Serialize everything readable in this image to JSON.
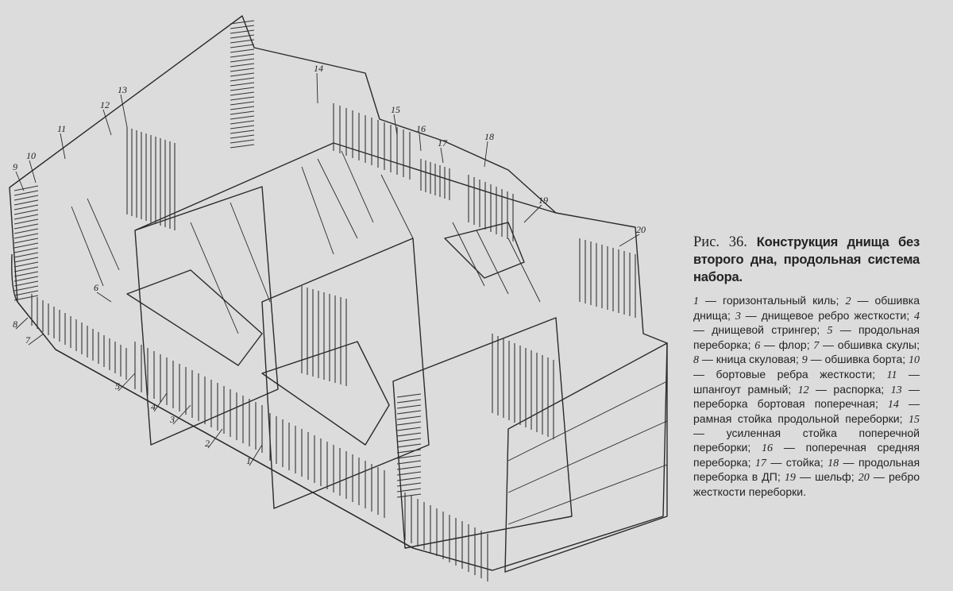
{
  "caption": {
    "figure_label": "Рис. 36.",
    "title": "Конструкция днища без второго дна, продольная система набора."
  },
  "legend": [
    {
      "num": "1",
      "text": "горизонтальный киль"
    },
    {
      "num": "2",
      "text": "обшивка днища"
    },
    {
      "num": "3",
      "text": "днищевое ребро жесткости"
    },
    {
      "num": "4",
      "text": "днищевой стрингер"
    },
    {
      "num": "5",
      "text": "продольная переборка"
    },
    {
      "num": "6",
      "text": "флор"
    },
    {
      "num": "7",
      "text": "обшивка скулы"
    },
    {
      "num": "8",
      "text": "кница скуловая"
    },
    {
      "num": "9",
      "text": "обшивка борта"
    },
    {
      "num": "10",
      "text": "бортовые ребра жесткости"
    },
    {
      "num": "11",
      "text": "шпангоут рамный"
    },
    {
      "num": "12",
      "text": "распорка"
    },
    {
      "num": "13",
      "text": "переборка бортовая поперечная"
    },
    {
      "num": "14",
      "text": "рамная стойка продольной переборки"
    },
    {
      "num": "15",
      "text": "усиленная стойка поперечной переборки"
    },
    {
      "num": "16",
      "text": "поперечная средняя переборка"
    },
    {
      "num": "17",
      "text": "стойка"
    },
    {
      "num": "18",
      "text": "продольная переборка в ДП"
    },
    {
      "num": "19",
      "text": "шельф"
    },
    {
      "num": "20",
      "text": "ребро жесткости переборки"
    }
  ],
  "callouts": [
    "1",
    "2",
    "3",
    "4",
    "5",
    "6",
    "7",
    "8",
    "9",
    "10",
    "11",
    "12",
    "13",
    "14",
    "15",
    "16",
    "17",
    "18",
    "19",
    "20"
  ]
}
